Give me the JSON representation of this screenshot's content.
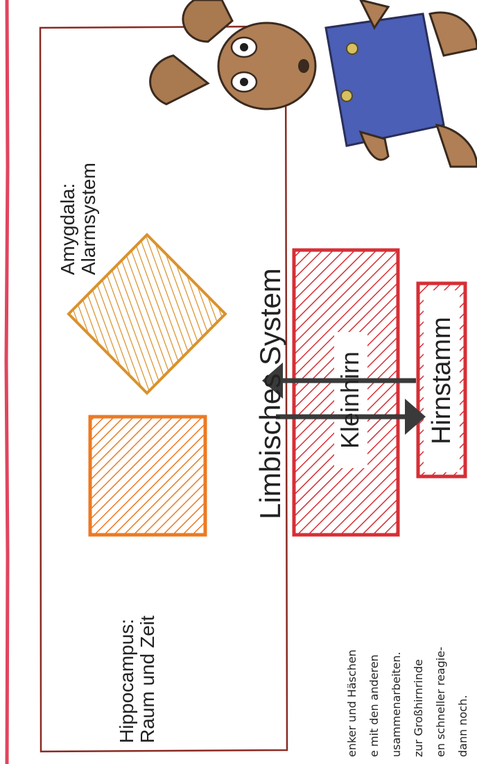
{
  "labels": {
    "amygdala": [
      "Amygdala:",
      "Alarmsystem"
    ],
    "hippocampus": [
      "Hippocampus:",
      "Raum und Zeit"
    ],
    "limbic_system": "Limbisches System",
    "cerebellum": "Kleinhirn",
    "brainstem": "Hirnstamm"
  },
  "body_text": [
    "enker und Häschen",
    "e mit den anderen",
    "usammenarbeiten.",
    "zur Großhirnrinde",
    "en schneller reagie-",
    "dann noch."
  ],
  "colors": {
    "amygdala": "#d9922c",
    "hippocampus": "#ec7a22",
    "cerebellum": "#d62f36",
    "brainstem": "#d62f36",
    "outline": "#8a2a22",
    "margin_line": "#e0455e"
  },
  "illustration": "rabbit-in-blue-overalls"
}
